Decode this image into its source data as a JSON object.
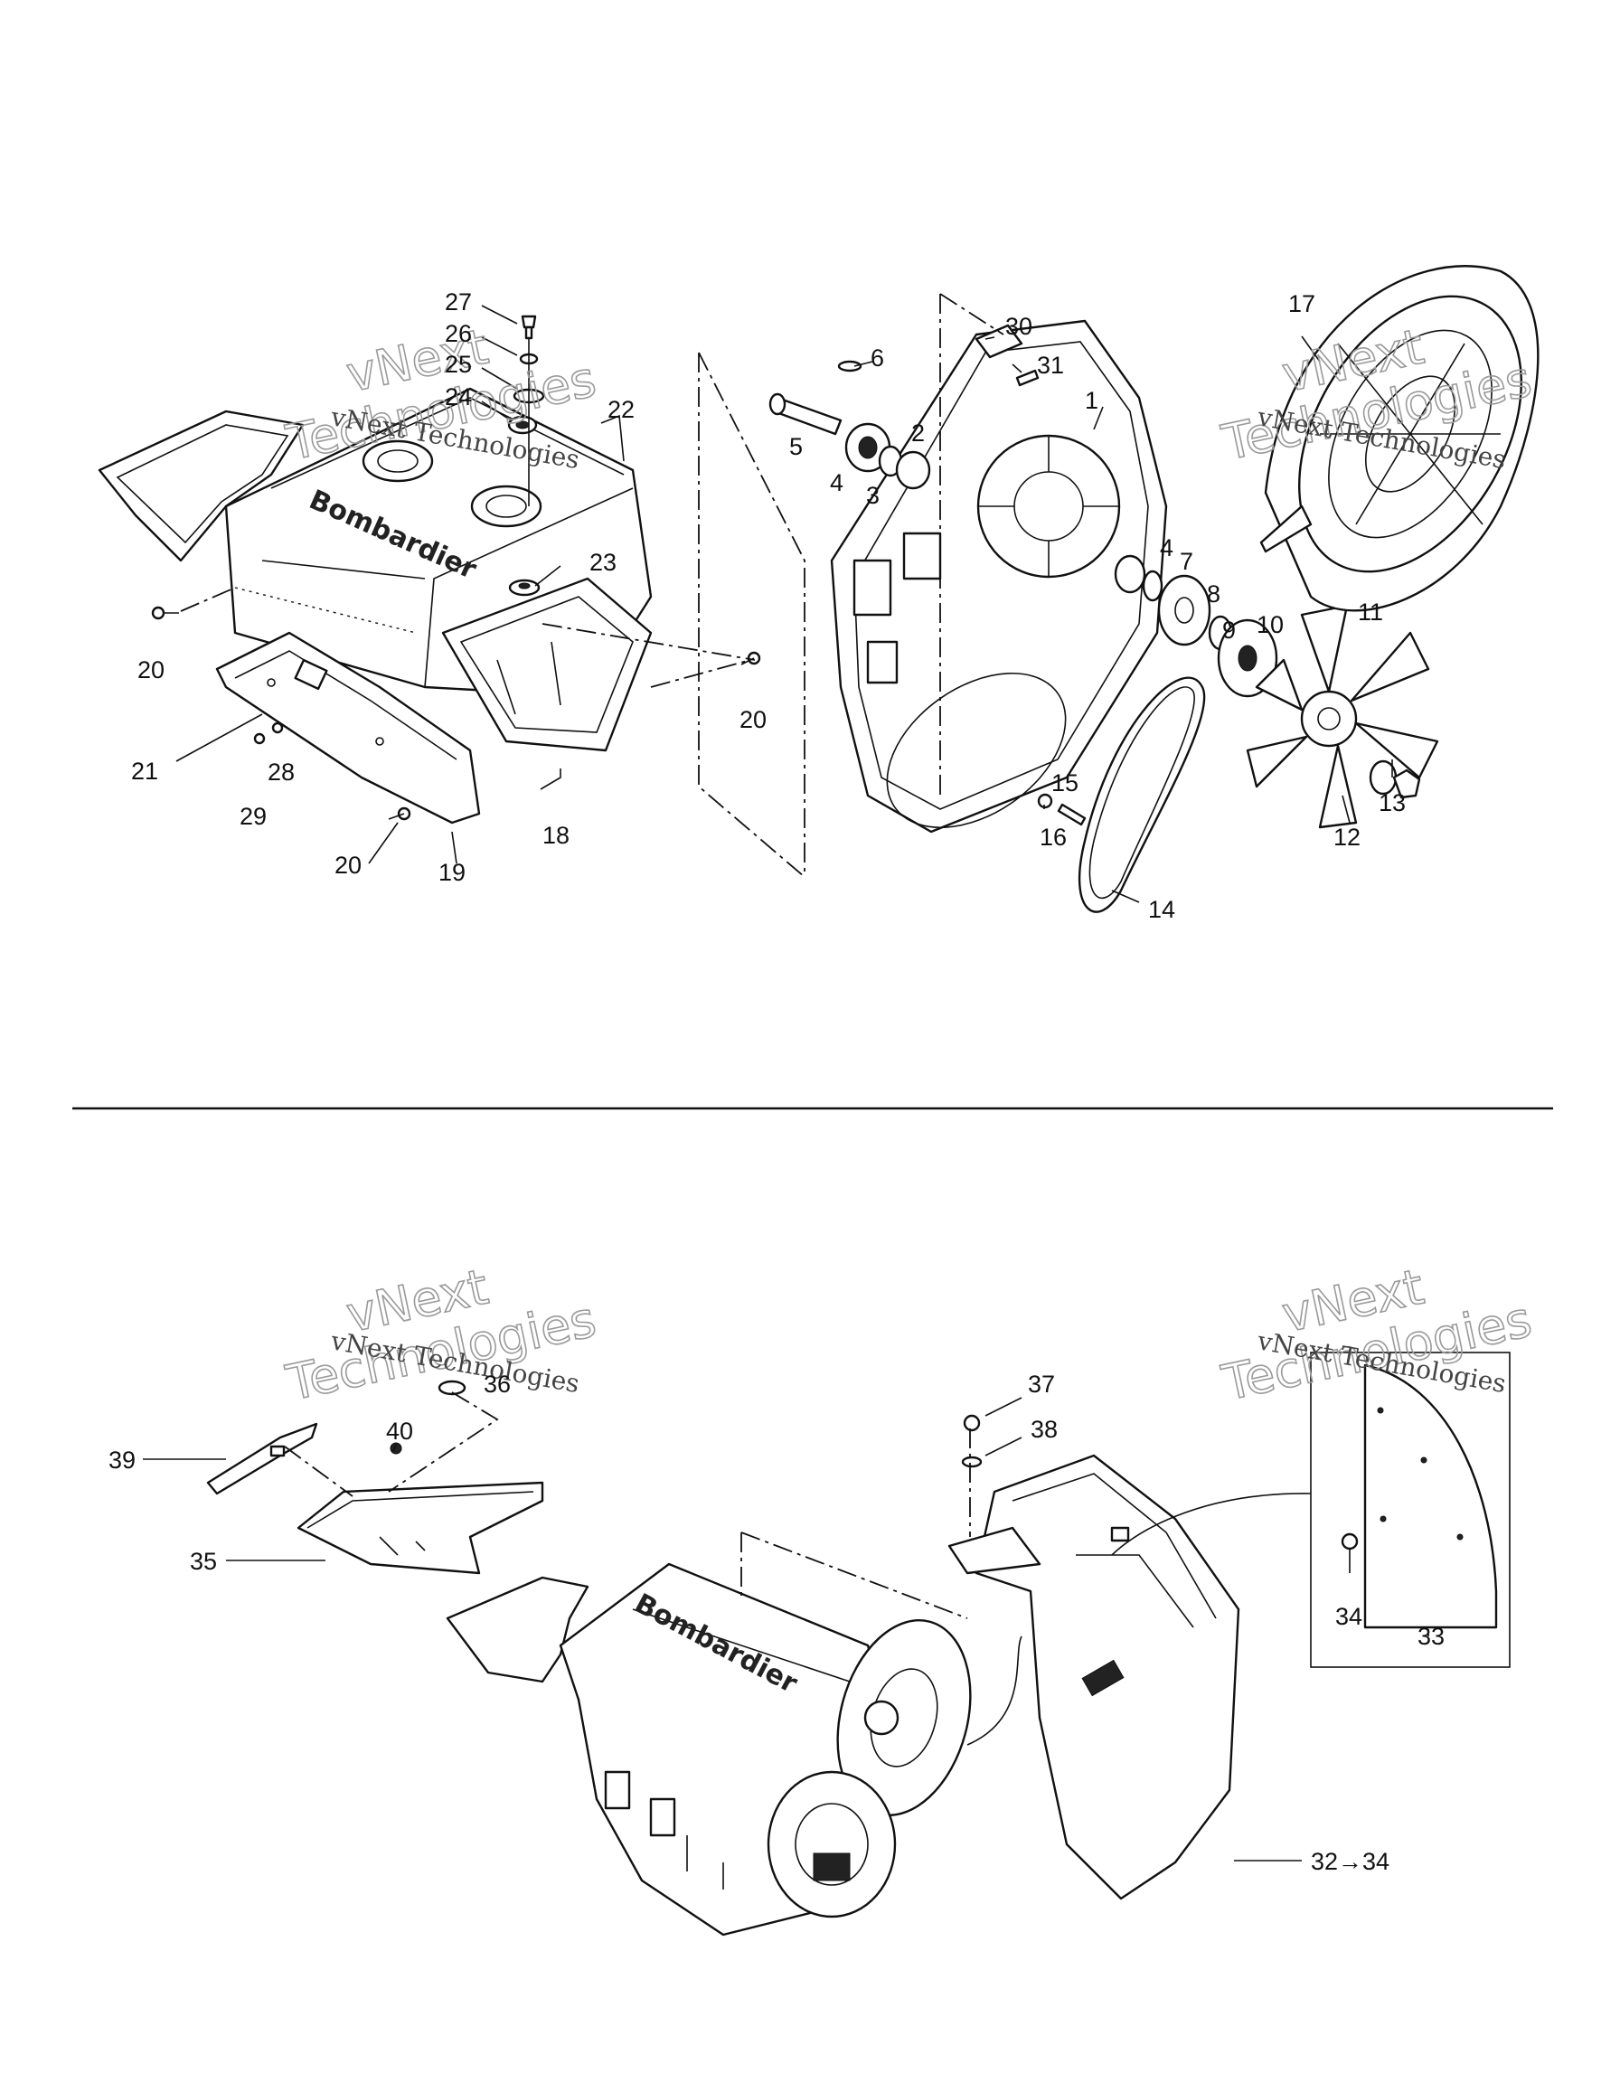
{
  "labels": {
    "p1": "1",
    "p2": "2",
    "p3": "3",
    "p4a": "4",
    "p4b": "4",
    "p5": "5",
    "p6": "6",
    "p7": "7",
    "p8": "8",
    "p9": "9",
    "p10": "10",
    "p11": "11",
    "p12": "12",
    "p13": "13",
    "p14": "14",
    "p15": "15",
    "p16": "16",
    "p17": "17",
    "p18": "18",
    "p19": "19",
    "p20a": "20",
    "p20b": "20",
    "p20c": "20",
    "p21": "21",
    "p22": "22",
    "p23": "23",
    "p24": "24",
    "p25": "25",
    "p26": "26",
    "p27": "27",
    "p28": "28",
    "p29": "29",
    "p30": "30",
    "p31": "31",
    "p32_34": "32→34",
    "p33": "33",
    "p34": "34",
    "p35": "35",
    "p36": "36",
    "p37": "37",
    "p38": "38",
    "p39": "39",
    "p40": "40"
  },
  "watermarks": [
    {
      "line1": "vNext",
      "line2": "Technologies",
      "caption": "vNext Technologies"
    },
    {
      "line1": "vNext",
      "line2": "Technologies",
      "caption": "vNext Technologies"
    },
    {
      "line1": "vNext",
      "line2": "Technologies",
      "caption": "vNext Technologies"
    },
    {
      "line1": "vNext",
      "line2": "Technologies",
      "caption": "vNext Technologies"
    }
  ],
  "logo_text": "Bombardier"
}
